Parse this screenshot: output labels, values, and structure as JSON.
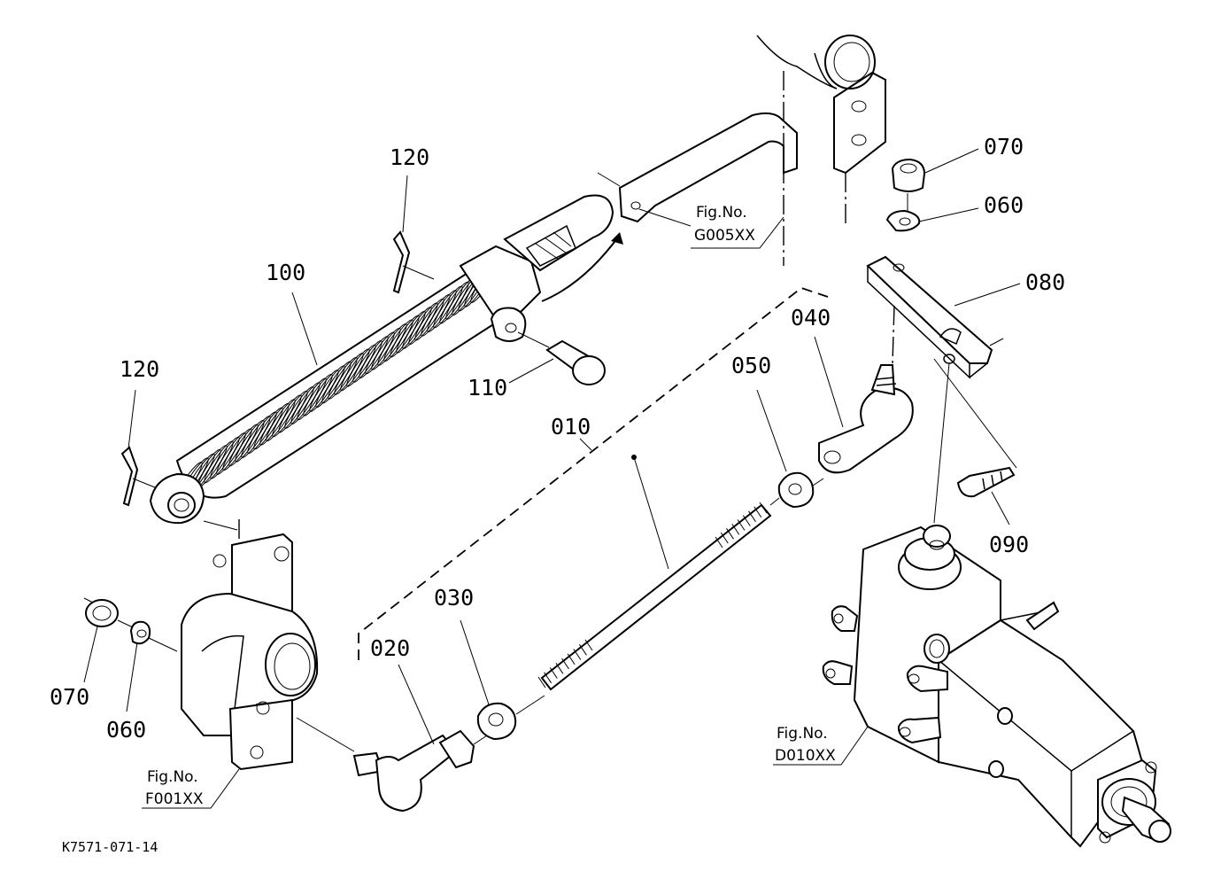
{
  "diagram": {
    "drawing_code": "K7571-071-14",
    "part_callouts": {
      "p120_top": "120",
      "p120_left": "120",
      "p100": "100",
      "p110": "110",
      "p010": "010",
      "p020": "020",
      "p030": "030",
      "p040": "040",
      "p050": "050",
      "p060_right": "060",
      "p070_right": "070",
      "p080": "080",
      "p090": "090",
      "p060_left": "060",
      "p070_left": "070"
    },
    "figure_refs": [
      {
        "line1": "Fig.No.",
        "line2": "G005XX"
      },
      {
        "line1": "Fig.No.",
        "line2": "F001XX"
      },
      {
        "line1": "Fig.No.",
        "line2": "D010XX"
      }
    ]
  }
}
